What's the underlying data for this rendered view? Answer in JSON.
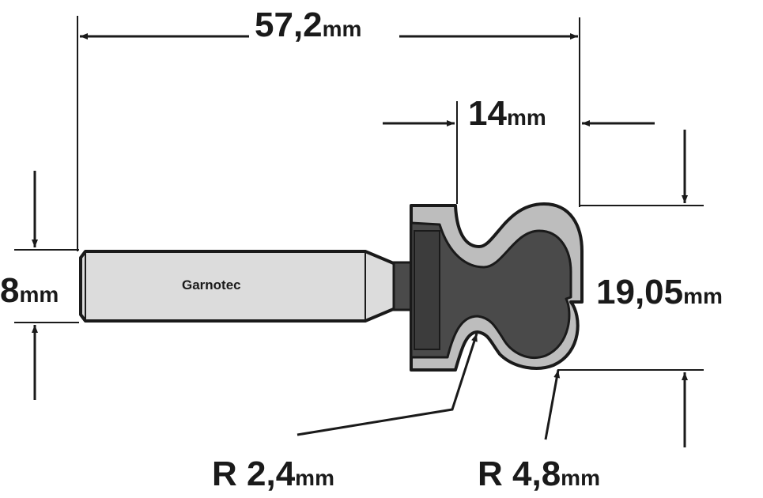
{
  "brand_text": "Garnotec",
  "dimensions": {
    "overall_length": {
      "value": "57,2",
      "unit": "mm"
    },
    "cut_length": {
      "value": "14",
      "unit": "mm"
    },
    "shank_diameter": {
      "value": "8",
      "unit": "mm"
    },
    "cut_diameter": {
      "value": "19,05",
      "unit": "mm"
    },
    "radius_small": {
      "value": "R 2,4",
      "unit": "mm"
    },
    "radius_large": {
      "value": "R 4,8",
      "unit": "mm"
    }
  },
  "colors": {
    "shank_fill": "#dcdcdc",
    "body_fill": "#4a4a4a",
    "carbide_fill": "#bdbdbd",
    "line": "#1a1a1a"
  }
}
